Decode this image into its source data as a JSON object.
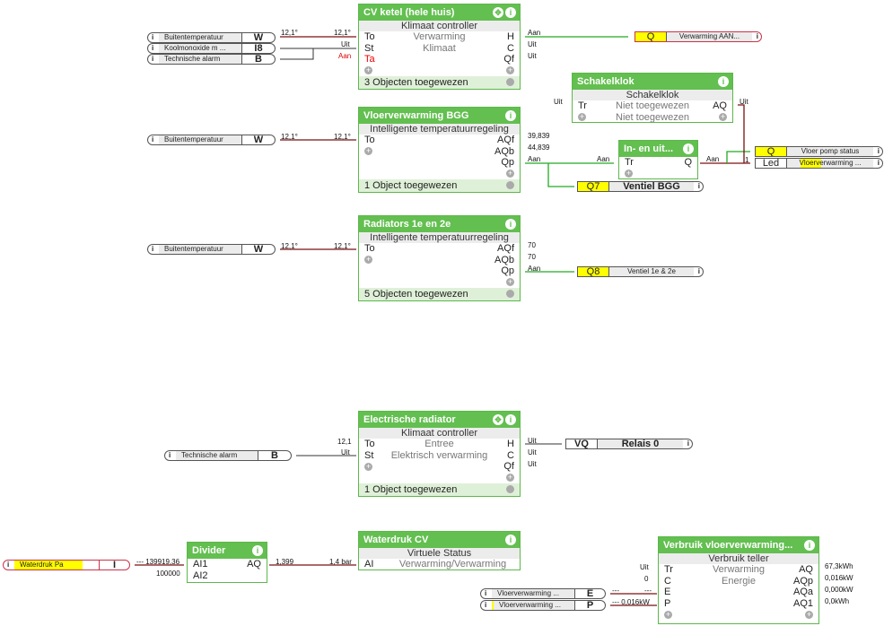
{
  "blocks": {
    "cv_ketel": {
      "title": "CV ketel (hele huis)",
      "type": "Klimaat controller",
      "inputs": [
        "To",
        "St",
        "Ta"
      ],
      "outputs": [
        "H",
        "C",
        "Qf"
      ],
      "center": [
        "Verwarming",
        "Klimaat"
      ],
      "footer": "3 Objecten toegewezen"
    },
    "vloer_bgg": {
      "title": "Vloerverwarming BGG",
      "type": "Intelligente temperatuurregeling",
      "inputs": [
        "To"
      ],
      "outputs": [
        "AQf",
        "AQb",
        "Qp"
      ],
      "footer": "1 Object toegewezen"
    },
    "radiators": {
      "title": "Radiators 1e en 2e",
      "type": "Intelligente temperatuurregeling",
      "inputs": [
        "To"
      ],
      "outputs": [
        "AQf",
        "AQb",
        "Qp"
      ],
      "footer": "5 Objecten toegewezen"
    },
    "schakelklok": {
      "title": "Schakelklok",
      "type": "Schakelklok",
      "inputs": [
        "Tr"
      ],
      "outputs": [
        "AQ"
      ],
      "center": [
        "Niet toegewezen",
        "Niet toegewezen"
      ]
    },
    "in_en_uit": {
      "title": "In- en uit...",
      "inputs": [
        "Tr"
      ],
      "outputs": [
        "Q"
      ]
    },
    "electrische": {
      "title": "Electrische radiator",
      "type": "Klimaat controller",
      "inputs": [
        "To",
        "St"
      ],
      "outputs": [
        "H",
        "C",
        "Qf"
      ],
      "center": [
        "Entree",
        "Elektrisch verwarming"
      ],
      "footer": "1 Object toegewezen"
    },
    "divider": {
      "title": "Divider",
      "inputs": [
        "AI1",
        "AI2"
      ],
      "outputs": [
        "AQ"
      ]
    },
    "waterdruk_cv": {
      "title": "Waterdruk CV",
      "type": "Virtuele Status",
      "inputs": [
        "AI"
      ],
      "center": [
        "Verwarming/Verwarming"
      ]
    },
    "verbruik": {
      "title": "Verbruik vloerverwarming...",
      "type": "Verbruik teller",
      "inputs": [
        "Tr",
        "C",
        "E",
        "P"
      ],
      "outputs": [
        "AQ",
        "AQp",
        "AQa",
        "AQ1"
      ],
      "center": [
        "Verwarming",
        "Energie"
      ]
    }
  },
  "inputs": {
    "buitentemp1": {
      "label": "Buitentemperatuur",
      "code": "W"
    },
    "koolmonoxide": {
      "label": "Koolmonoxide m ...",
      "code": "I8"
    },
    "technische1": {
      "label": "Technische alarm",
      "code": "B"
    },
    "buitentemp2": {
      "label": "Buitentemperatuur",
      "code": "W"
    },
    "buitentemp3": {
      "label": "Buitentemperatuur",
      "code": "W"
    },
    "technische2": {
      "label": "Technische alarm",
      "code": "B"
    },
    "waterdruk_pa": {
      "label": "Waterdruk Pa",
      "code": "I"
    },
    "vloer_e": {
      "label": "Vloerverwarming ...",
      "code": "E"
    },
    "vloer_p": {
      "label": "Vloerverwarming ...",
      "code": "P"
    }
  },
  "outputs": {
    "verwarming_aan": {
      "code": "Q",
      "label": "Verwarming AAN..."
    },
    "vloer_pomp": {
      "code": "Q",
      "label": "Vloer pomp status"
    },
    "vloer_led": {
      "code": "Led",
      "label": "Vloerverwarming ..."
    },
    "ventiel_bgg": {
      "code": "Q7",
      "label": "Ventiel BGG"
    },
    "ventiel_1e2e": {
      "code": "Q8",
      "label": "Ventiel 1e & 2e"
    },
    "relais0": {
      "code": "VQ",
      "label": "Relais 0"
    }
  },
  "wire_labels": {
    "cv_to_src": "12,1°",
    "cv_to_dst": "12,1°",
    "cv_st": "Uit",
    "cv_ta": "Aan",
    "cv_h": "Aan",
    "cv_c": "Uit",
    "cv_qf": "Uit",
    "bgg_to_src": "12,1°",
    "bgg_to_dst": "12,1°",
    "bgg_aqf": "39,839",
    "bgg_aqb": "44,839",
    "bgg_qp": "Aan",
    "inuit_tr": "Aan",
    "inuit_q": "Aan",
    "schakel_tr": "Uit",
    "schakel_aq": "Uit",
    "led_num": "1",
    "rad_to_src": "12,1°",
    "rad_to_dst": "12,1°",
    "rad_aqf": "70",
    "rad_aqb": "70",
    "rad_qp": "Aan",
    "el_to": "12,1",
    "el_st": "Uit",
    "el_h": "Uit",
    "el_c": "Uit",
    "el_qf": "Uit",
    "div_ai1": "--- 139919,36",
    "div_ai2": "100000",
    "div_aq": "1,399",
    "wd_ai": "1,4 bar",
    "vb_tr": "Uit",
    "vb_c": "0",
    "vb_e_src": "---",
    "vb_e_dst": "---",
    "vb_p": "--- 0,016kW",
    "vb_aq": "67,3kWh",
    "vb_aqp": "0,016kW",
    "vb_aqa": "0,000kW",
    "vb_aq1": "0,0kWh"
  },
  "colors": {
    "block_header": "#63bf50",
    "wire_analog": "#7a1010",
    "wire_digital_on": "#22aa22",
    "wire_off": "#333333",
    "highlight": "#ffff00"
  }
}
